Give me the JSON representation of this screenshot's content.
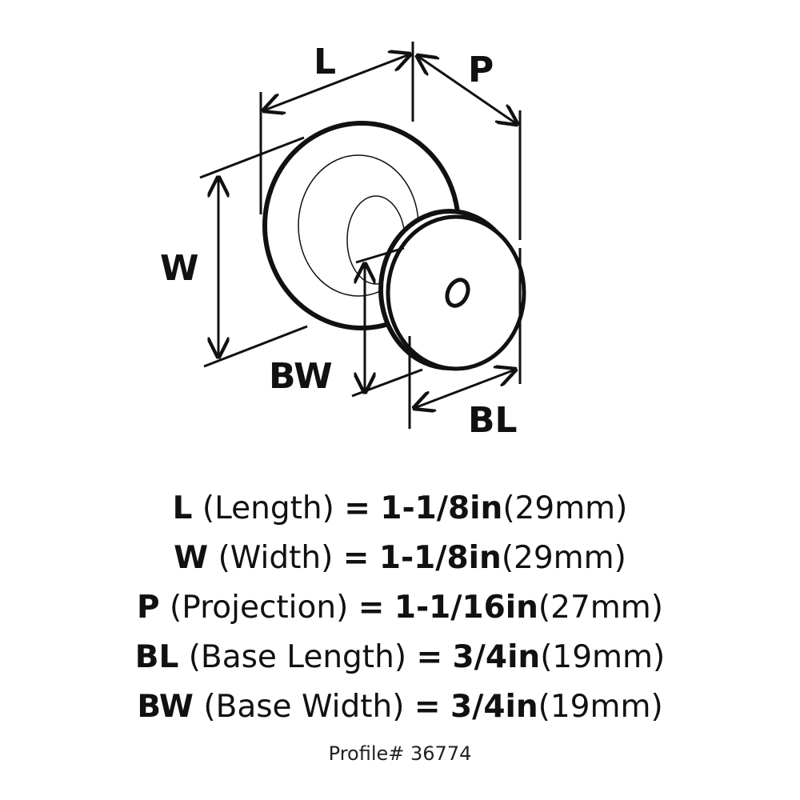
{
  "diagram": {
    "labels": {
      "L": "L",
      "P": "P",
      "W": "W",
      "BW": "BW",
      "BL": "BL"
    },
    "stroke_color": "#111111"
  },
  "specs": [
    {
      "code": "L",
      "name": "(Length)",
      "equals": "=",
      "imperial": "1-1/8in",
      "metric": "(29mm)"
    },
    {
      "code": "W",
      "name": "(Width)",
      "equals": "=",
      "imperial": "1-1/8in",
      "metric": "(29mm)"
    },
    {
      "code": "P",
      "name": "(Projection)",
      "equals": "=",
      "imperial": "1-1/16in",
      "metric": "(27mm)"
    },
    {
      "code": "BL",
      "name": "(Base Length)",
      "equals": "=",
      "imperial": "3/4in",
      "metric": "(19mm)"
    },
    {
      "code": "BW",
      "name": "(Base Width)",
      "equals": "=",
      "imperial": "3/4in",
      "metric": "(19mm)"
    }
  ],
  "profile": "Profile# 36774"
}
